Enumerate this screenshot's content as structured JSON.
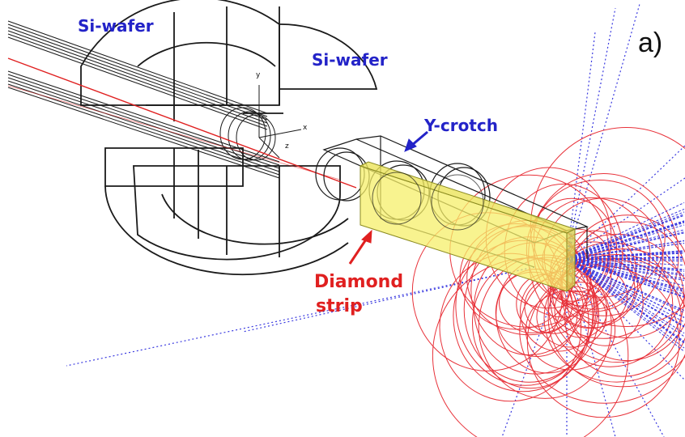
{
  "labels": {
    "si_wafer_1": "Si-wafer",
    "si_wafer_2": "Si-wafer",
    "y_crotch": "Y-crotch",
    "diamond_line1": "Diamond",
    "diamond_line2": "strip",
    "panel": "a)"
  },
  "axes": {
    "y": "y",
    "x": "x",
    "z": "z"
  },
  "colors": {
    "wireframe": "#1a1a1a",
    "beam": "#e02020",
    "shower_red": "#e8323a",
    "shower_blue": "#3a3ae0",
    "label_blue": "#2323c8",
    "label_red": "#e02020",
    "diamond_fill": "#f5ef6a"
  }
}
